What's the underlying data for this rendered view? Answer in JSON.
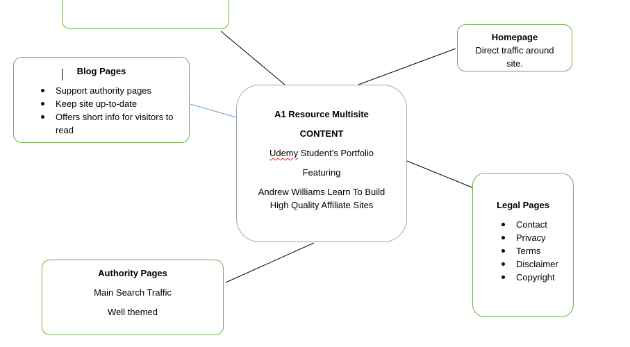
{
  "accent_color": "#70ad47",
  "center": {
    "title": "A1 Resource Multisite",
    "subtitle": "CONTENT",
    "line1_word": "Udemy",
    "line1_rest": " Student’s Portfolio",
    "line2": "Featuring",
    "line3": "Andrew Williams Learn To Build",
    "line4": "High Quality Affiliate Sites"
  },
  "top_box": {
    "partial_text": ", "
  },
  "homepage": {
    "title": "Homepage",
    "line1": "Direct traffic around",
    "line2": "site."
  },
  "blog": {
    "title": "Blog Pages",
    "items": [
      "Support authority pages",
      "Keep site up-to-date",
      "Offers short info for visitors to read"
    ]
  },
  "legal": {
    "title": "Legal Pages",
    "items": [
      "Contact",
      "Privacy",
      "Terms",
      "Disclaimer",
      "Copyright"
    ]
  },
  "authority": {
    "title": "Authority Pages",
    "line1": "Main Search Traffic",
    "line2": "Well themed"
  }
}
